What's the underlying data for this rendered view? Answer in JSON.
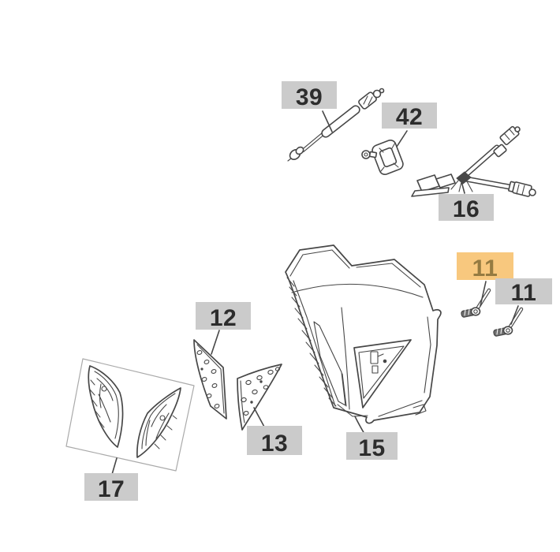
{
  "colors": {
    "page_background": "#ffffff",
    "label_background": "#cbcbcb",
    "label_text": "#2d2d2d",
    "highlight_background": "#f8c87e",
    "highlight_text": "#957b41",
    "line_art": "#474747",
    "container_box": "#aaaaaa"
  },
  "labels": [
    {
      "part_number": "39",
      "highlighted": false
    },
    {
      "part_number": "42",
      "highlighted": false
    },
    {
      "part_number": "16",
      "highlighted": false
    },
    {
      "part_number": "11",
      "highlighted": true
    },
    {
      "part_number": "11",
      "highlighted": false
    },
    {
      "part_number": "12",
      "highlighted": false
    },
    {
      "part_number": "13",
      "highlighted": false
    },
    {
      "part_number": "15",
      "highlighted": false
    },
    {
      "part_number": "17",
      "highlighted": false
    }
  ]
}
